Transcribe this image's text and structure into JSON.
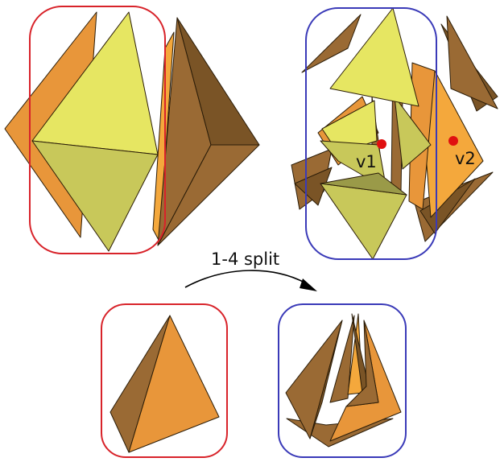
{
  "labels": {
    "operation": "1-4 split",
    "vertex_1": "v1",
    "vertex_2": "v2"
  },
  "colors": {
    "left_group_outline": "#d8232a",
    "right_group_outline": "#3a3ab8",
    "vertex_marker": "#e01010",
    "face_yellow_light": "#e6e662",
    "face_yellow_dark": "#c8c85a",
    "face_orange": "#e8963a",
    "face_orange_light": "#f4a83c",
    "face_brown": "#9a6a34",
    "face_brown_dark": "#7a5426",
    "arrow": "#000000"
  },
  "icons": {
    "arrow": "curved-arrow-right"
  }
}
